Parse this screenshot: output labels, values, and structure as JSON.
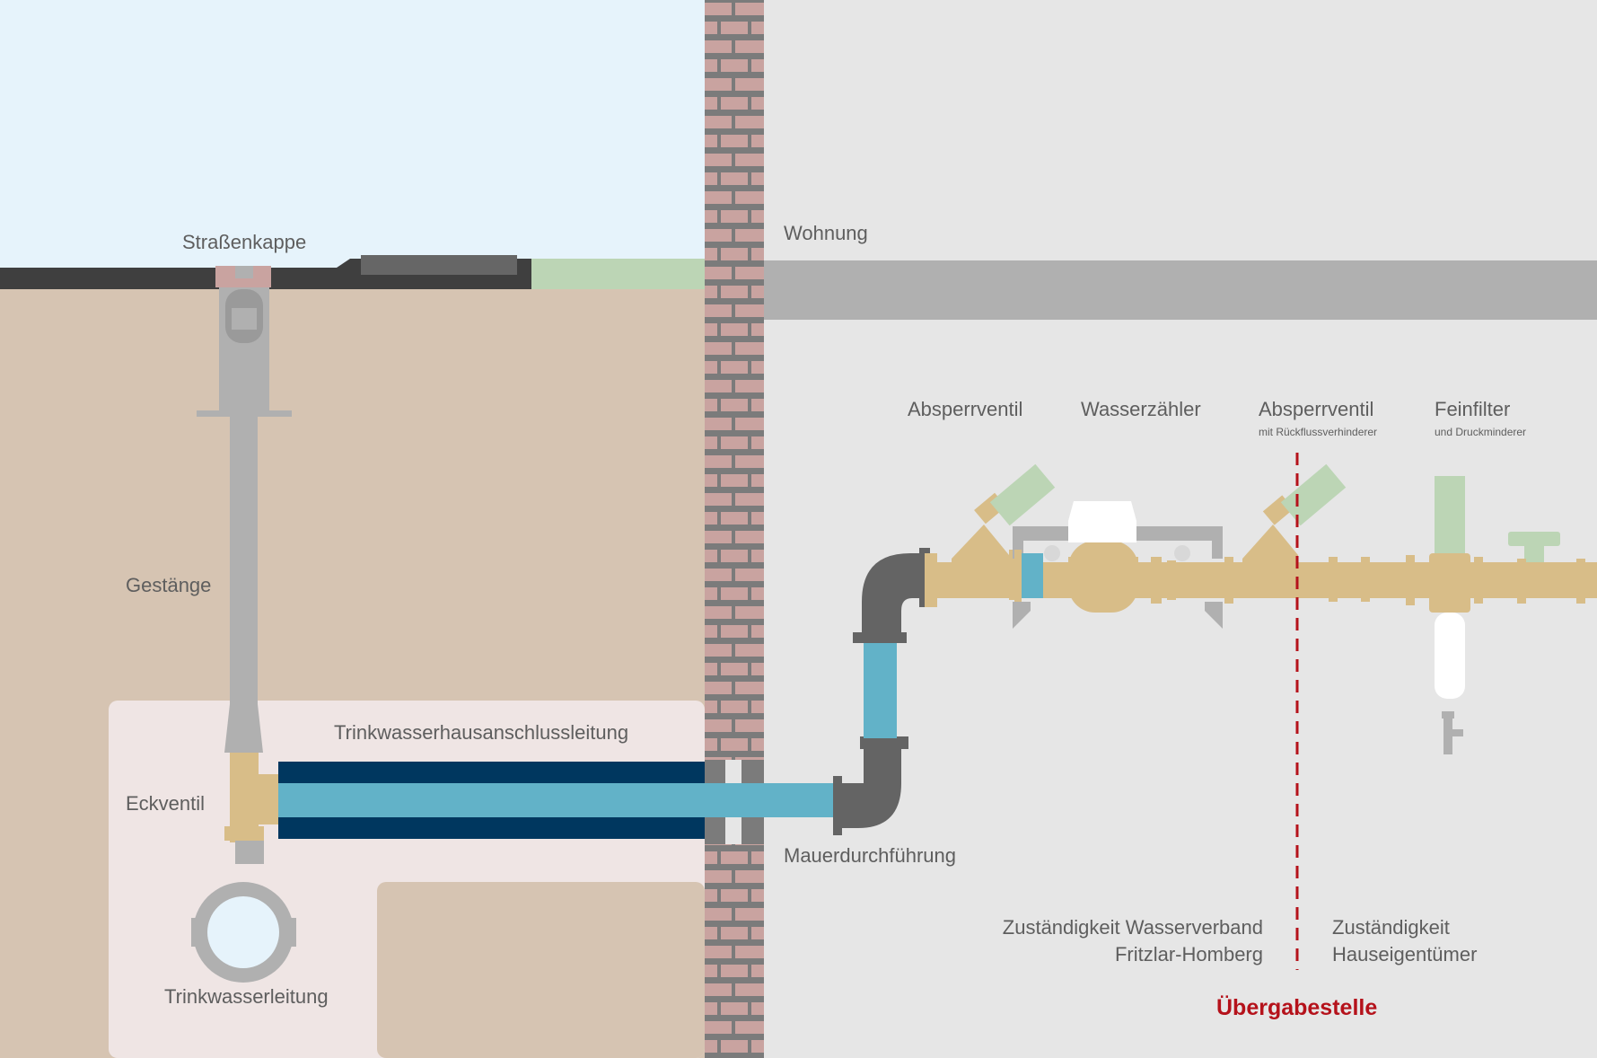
{
  "labels": {
    "strassenkappe": "Straßenkappe",
    "wohnung": "Wohnung",
    "gestaenge": "Gestänge",
    "eckventil": "Eckventil",
    "hausanschlussleitung": "Trinkwasserhausanschlussleitung",
    "mauerdurchfuehrung": "Mauerdurchführung",
    "trinkwasserleitung": "Trinkwasserleitung"
  },
  "fittings": {
    "absperrventil_1": "Absperrventil",
    "wasserzaehler": "Wasserzähler",
    "absperrventil_2": "Absperrventil",
    "absperrventil_2_note": "mit Rückflussverhinderer",
    "feinfilter": "Feinfilter",
    "feinfilter_note": "und Druckminderer"
  },
  "responsibility": {
    "left_line_1": "Zuständigkeit Wasserverband",
    "left_line_2": "Fritzlar-Homberg",
    "right_line_1": "Zuständigkeit",
    "right_line_2": "Hauseigentümer"
  },
  "handover": "Übergabestelle",
  "colors": {
    "sky": "#e6f3fb",
    "soil": "#d6c4b2",
    "trench": "#efe5e4",
    "indoor": "#e6e6e6",
    "brick": "#c9a3a0",
    "mortar": "#7b7b7b",
    "pipe_blue": "#62b2c8",
    "pipe_navy": "#00375f",
    "brass": "#d8bd88",
    "valve_green": "#bcd5b5",
    "fitting_grey": "#646464",
    "handover_red": "#b5121b"
  }
}
